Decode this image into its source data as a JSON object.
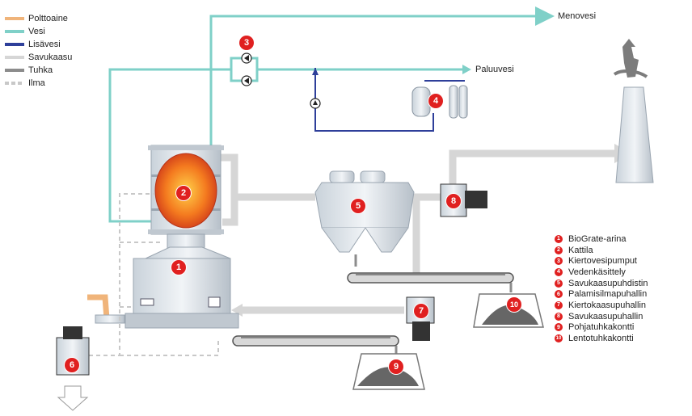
{
  "legend": [
    {
      "label": "Polttoaine",
      "color": "#f0b47a"
    },
    {
      "label": "Vesi",
      "color": "#7fd0c8"
    },
    {
      "label": "Lisävesi",
      "color": "#2e3f9a"
    },
    {
      "label": "Savukaasu",
      "color": "#d6d6d6"
    },
    {
      "label": "Tuhka",
      "color": "#8c8c8c"
    },
    {
      "label": "Ilma",
      "color": "#c8c8c8"
    }
  ],
  "labels": {
    "outflow": "Menovesi",
    "return": "Paluuvesi"
  },
  "badges": {
    "b1": "1",
    "b2": "2",
    "b3": "3",
    "b4": "4",
    "b5": "5",
    "b6": "6",
    "b7": "7",
    "b8": "8",
    "b9": "9",
    "b10": "10"
  },
  "components": [
    {
      "num": "1",
      "label": "BioGrate-arina"
    },
    {
      "num": "2",
      "label": "Kattila"
    },
    {
      "num": "3",
      "label": "Kiertovesipumput"
    },
    {
      "num": "4",
      "label": "Vedenkäsittely"
    },
    {
      "num": "5",
      "label": "Savukaasupuhdistin"
    },
    {
      "num": "6",
      "label": "Palamisilmapuhallin"
    },
    {
      "num": "7",
      "label": "Kiertokaasupuhallin"
    },
    {
      "num": "8",
      "label": "Savukaasupuhallin"
    },
    {
      "num": "9",
      "label": "Pohjatuhkakontti"
    },
    {
      "num": "10",
      "label": "Lentotuhkakontti"
    }
  ]
}
